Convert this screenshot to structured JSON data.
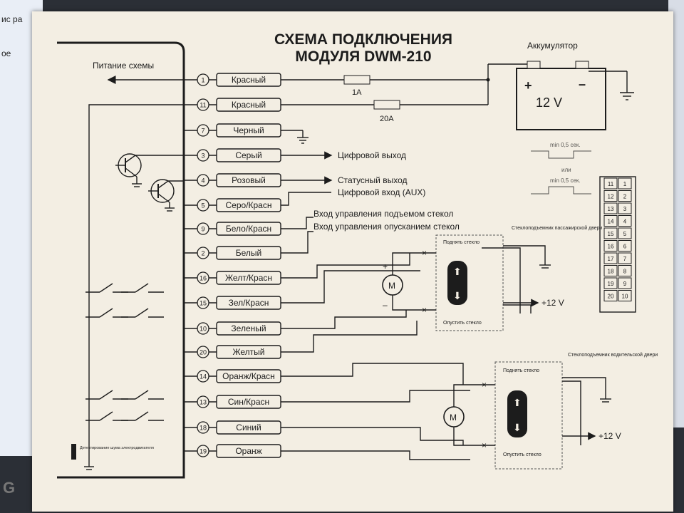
{
  "background_screen": {
    "fragment_top": "ис ра",
    "fragment_2": "ое",
    "logo_fragment": "G"
  },
  "diagram": {
    "title_line1": "СХЕМА ПОДКЛЮЧЕНИЯ",
    "title_line2": "МОДУЛЯ DWM-210",
    "power_label": "Питание схемы",
    "battery_label": "Аккумулятор",
    "battery_voltage": "12 V",
    "fuse_1a": "1A",
    "fuse_20a": "20A",
    "wires": [
      {
        "num": "1",
        "color": "Красный"
      },
      {
        "num": "11",
        "color": "Красный"
      },
      {
        "num": "7",
        "color": "Черный"
      },
      {
        "num": "3",
        "color": "Серый"
      },
      {
        "num": "4",
        "color": "Розовый"
      },
      {
        "num": "5",
        "color": "Серо/Красн"
      },
      {
        "num": "9",
        "color": "Бело/Красн"
      },
      {
        "num": "2",
        "color": "Белый"
      },
      {
        "num": "16",
        "color": "Желт/Красн"
      },
      {
        "num": "15",
        "color": "Зел/Красн"
      },
      {
        "num": "10",
        "color": "Зеленый"
      },
      {
        "num": "20",
        "color": "Желтый"
      },
      {
        "num": "14",
        "color": "Оранж/Красн"
      },
      {
        "num": "13",
        "color": "Син/Красн"
      },
      {
        "num": "18",
        "color": "Синий"
      },
      {
        "num": "19",
        "color": "Оранж"
      }
    ],
    "labels": {
      "digital_out": "Цифровой выход",
      "status_out": "Статусный выход",
      "digital_in": "Цифровой вход (AUX)",
      "raise_ctrl": "Вход управления подъемом стекол",
      "lower_ctrl": "Вход управления опусканием стекол",
      "pass_window": "Стеклоподъемник пассажирской двери",
      "driver_window": "Стеклоподъемник водительской двери",
      "raise_glass": "Поднять стекло",
      "lower_glass": "Опустить стекло",
      "plus12": "+12 V",
      "motor": "M",
      "min_pulse": "min 0,5 сек.",
      "or": "или",
      "noise_detect": "Детектирование шума электродвигателя"
    },
    "connector_pins_top": [
      "11",
      "12",
      "13",
      "14",
      "15",
      "16",
      "17",
      "18",
      "19",
      "20"
    ],
    "connector_pins_bottom": [
      "1",
      "2",
      "3",
      "4",
      "5",
      "6",
      "7",
      "8",
      "9",
      "10"
    ]
  }
}
